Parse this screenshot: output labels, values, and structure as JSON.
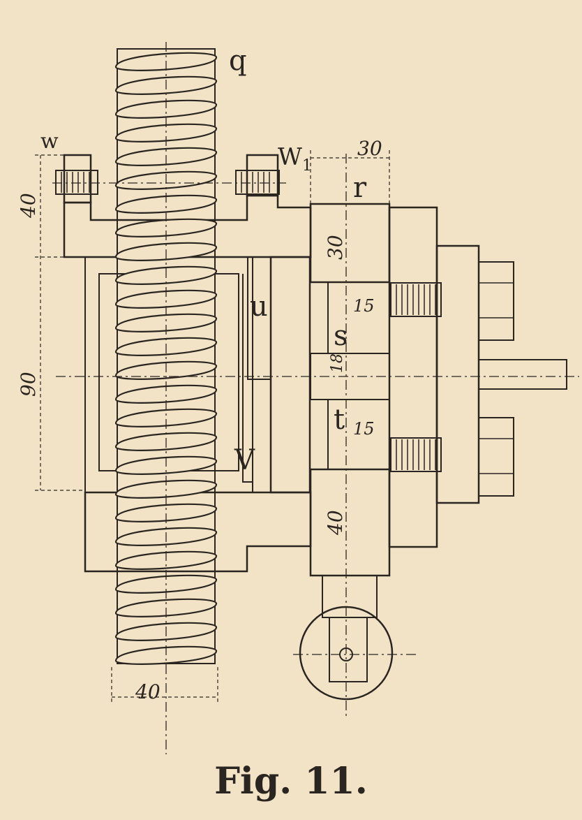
{
  "figure": {
    "caption": "Fig. 11.",
    "labels": {
      "q": "q",
      "w": "w",
      "w1": "W",
      "w1_sub": "1",
      "r": "r",
      "u": "u",
      "s": "s",
      "t": "t",
      "v": "V"
    },
    "dimensions": {
      "top_right_30": "30",
      "left_40": "40",
      "left_90": "90",
      "block_30": "30",
      "s_15": "15",
      "mid_18": "18",
      "t_15": "15",
      "block_40": "40",
      "bottom_40": "40"
    }
  },
  "colors": {
    "paper": "#f2e3c6",
    "ink": "#2a2520"
  }
}
